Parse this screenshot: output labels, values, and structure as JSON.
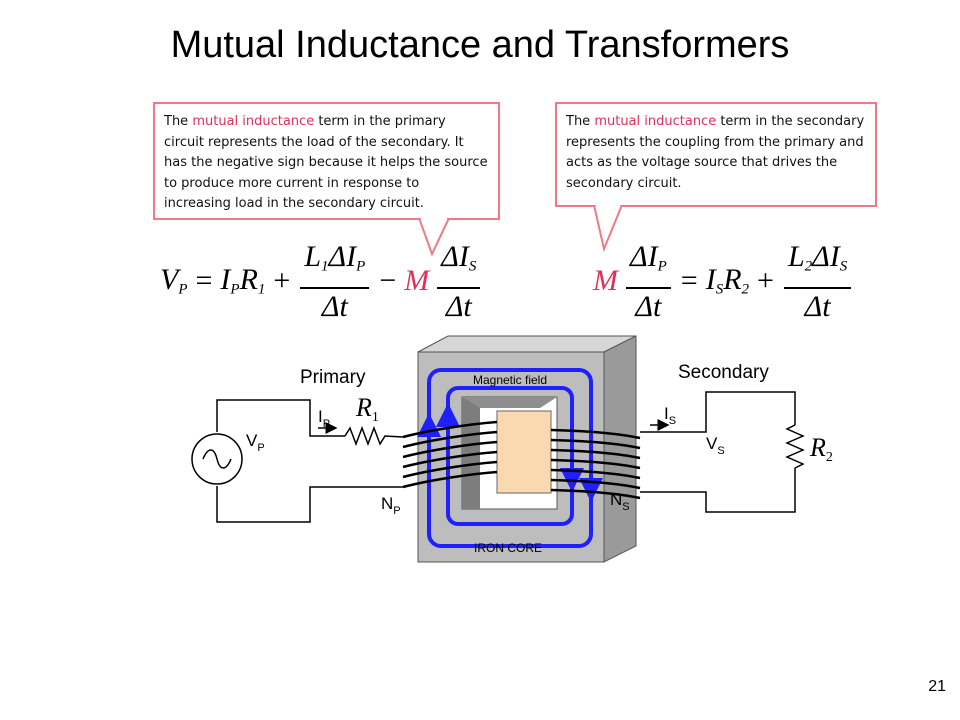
{
  "title": "Mutual Inductance and Transformers",
  "slide_number": "21",
  "callout_left": {
    "part1": "The ",
    "highlight": "mutual inductance",
    "part2": " term in the primary circuit represents the load of the secondary. It has the negative sign because it helps the source to produce more current in response to increasing load in the secondary circuit."
  },
  "callout_right": {
    "part1": "The ",
    "highlight": "mutual inductance",
    "part2": " term in the secondary represents the coupling from the primary and acts as the voltage source that drives the secondary circuit."
  },
  "equation_left": {
    "V": "V",
    "V_sub": "P",
    "eq": "=",
    "I": "I",
    "I_sub": "P",
    "R": "R",
    "R_sub": "1",
    "plus": "+",
    "num_L": "L",
    "num_L_sub": "1",
    "num_delta_I": "ΔI",
    "num_I_sub": "P",
    "den": "Δt",
    "minus": "−",
    "M": "M",
    "frac2_num": "ΔI",
    "frac2_num_sub": "S",
    "frac2_den": "Δt"
  },
  "equation_right": {
    "M": "M",
    "frac1_num": "ΔI",
    "frac1_num_sub": "P",
    "frac1_den": "Δt",
    "eq": "=",
    "I": "I",
    "I_sub": "S",
    "R": "R",
    "R_sub": "2",
    "plus": "+",
    "num_L": "L",
    "num_L_sub": "2",
    "num_delta_I": "ΔI",
    "num_I_sub": "S",
    "den": "Δt"
  },
  "diagram": {
    "primary_label": "Primary",
    "secondary_label": "Secondary",
    "magnetic_field_label": "Magnetic field",
    "iron_core_label": "IRON CORE",
    "vp": "V",
    "vp_sub": "P",
    "ip": "I",
    "ip_sub": "P",
    "r1": "R",
    "r1_sub": "1",
    "np": "N",
    "np_sub": "P",
    "is": "I",
    "is_sub": "S",
    "vs": "V",
    "vs_sub": "S",
    "r2": "R",
    "r2_sub": "2",
    "ns": "N",
    "ns_sub": "S"
  },
  "colors": {
    "callout_border": "#f0788a",
    "highlight": "#e0305a",
    "field": "#2a2aff",
    "core": "#b8b8b8",
    "winding_form": "#fbd9b0"
  }
}
